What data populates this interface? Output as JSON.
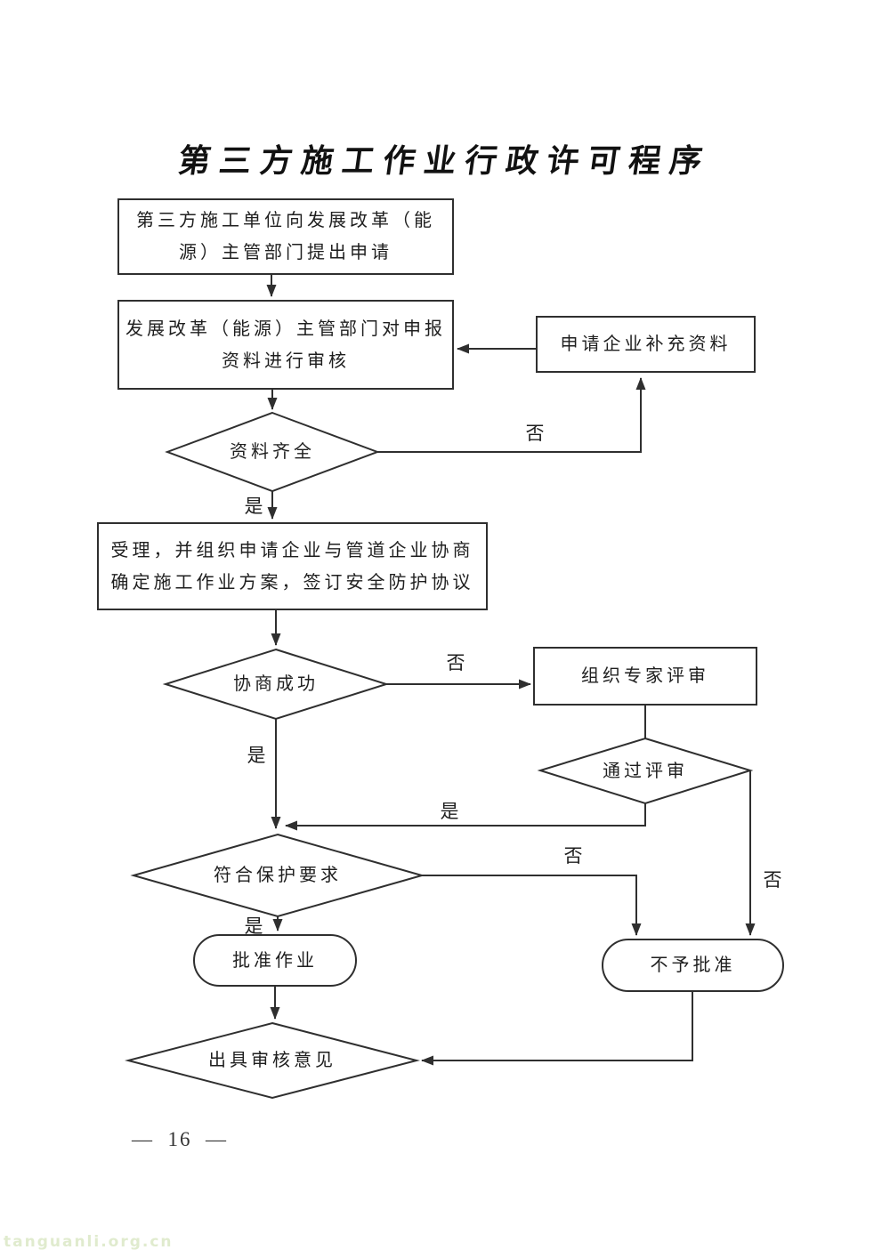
{
  "page": {
    "title": "第三方施工作业行政许可程序",
    "page_number": "—  16  —",
    "watermark": "tanguanli.org.cn"
  },
  "colors": {
    "line": "#2f2f2f",
    "text": "#1f1f1f",
    "watermark": "#e0ebce",
    "background": "#ffffff"
  },
  "labels": {
    "yes": "是",
    "no": "否"
  },
  "nodes": {
    "apply": {
      "type": "process",
      "label": "第三方施工单位向发展改革（能\n源）主管部门提出申请"
    },
    "review": {
      "type": "process",
      "label": "发展改革（能源）主管部门对申报\n资料进行审核"
    },
    "supplement": {
      "type": "process",
      "label": "申请企业补充资料"
    },
    "materials_complete": {
      "type": "decision",
      "label": "资料齐全"
    },
    "accept": {
      "type": "process",
      "label": "受理，并组织申请企业与管道企业协商\n确定施工作业方案，签订安全防护协议"
    },
    "negotiation_success": {
      "type": "decision",
      "label": "协商成功"
    },
    "expert_review": {
      "type": "process",
      "label": "组织专家评审"
    },
    "review_passed": {
      "type": "decision",
      "label": "通过评审"
    },
    "protection_met": {
      "type": "decision",
      "label": "符合保护要求"
    },
    "approve": {
      "type": "terminator",
      "label": "批准作业"
    },
    "reject": {
      "type": "terminator",
      "label": "不予批准"
    },
    "issue_opinion": {
      "type": "decision",
      "label": "出具审核意见"
    }
  },
  "edges": [
    {
      "from": "apply",
      "to": "review",
      "label": ""
    },
    {
      "from": "review",
      "to": "materials_complete",
      "label": ""
    },
    {
      "from": "materials_complete",
      "to": "supplement",
      "label": "否"
    },
    {
      "from": "supplement",
      "to": "review",
      "label": ""
    },
    {
      "from": "materials_complete",
      "to": "accept",
      "label": "是"
    },
    {
      "from": "accept",
      "to": "negotiation_success",
      "label": ""
    },
    {
      "from": "negotiation_success",
      "to": "expert_review",
      "label": "否"
    },
    {
      "from": "expert_review",
      "to": "review_passed",
      "label": ""
    },
    {
      "from": "review_passed",
      "to": "protection_met",
      "label": "是"
    },
    {
      "from": "negotiation_success",
      "to": "protection_met",
      "label": "是"
    },
    {
      "from": "review_passed",
      "to": "reject",
      "label": "否"
    },
    {
      "from": "protection_met",
      "to": "reject",
      "label": "否"
    },
    {
      "from": "protection_met",
      "to": "approve",
      "label": "是"
    },
    {
      "from": "approve",
      "to": "issue_opinion",
      "label": ""
    },
    {
      "from": "reject",
      "to": "issue_opinion",
      "label": ""
    }
  ]
}
